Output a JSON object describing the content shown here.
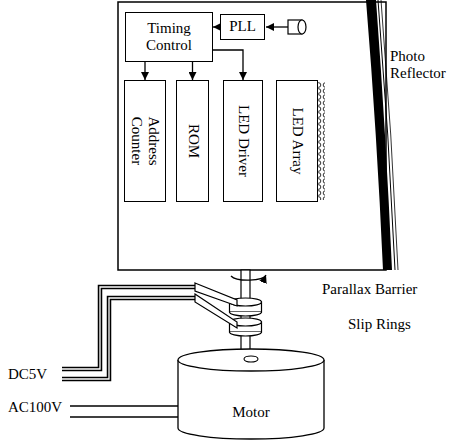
{
  "diagram": {
    "nodes": [
      {
        "text": [
          "Timing Control"
        ]
      },
      {
        "text": [
          "PLL"
        ]
      },
      {
        "text": [
          "Address Counter"
        ]
      },
      {
        "text": [
          "ROM"
        ]
      },
      {
        "text": [
          "LED Driver"
        ]
      },
      {
        "text": [
          "LED Array"
        ]
      },
      {
        "text": [
          "Motor"
        ]
      }
    ],
    "edges": [
      {
        "from": 1,
        "to": 0,
        "arrow": "to"
      },
      {
        "from": 0,
        "to": 2,
        "arrow": "to"
      },
      {
        "from": 0,
        "to": 3,
        "arrow": "to"
      },
      {
        "from": 0,
        "to": 4,
        "arrow": "to"
      }
    ],
    "labels": [
      "Photo Reflector",
      "Parallax Barrier",
      "Slip Rings",
      "DC5V",
      "AC100V"
    ]
  }
}
